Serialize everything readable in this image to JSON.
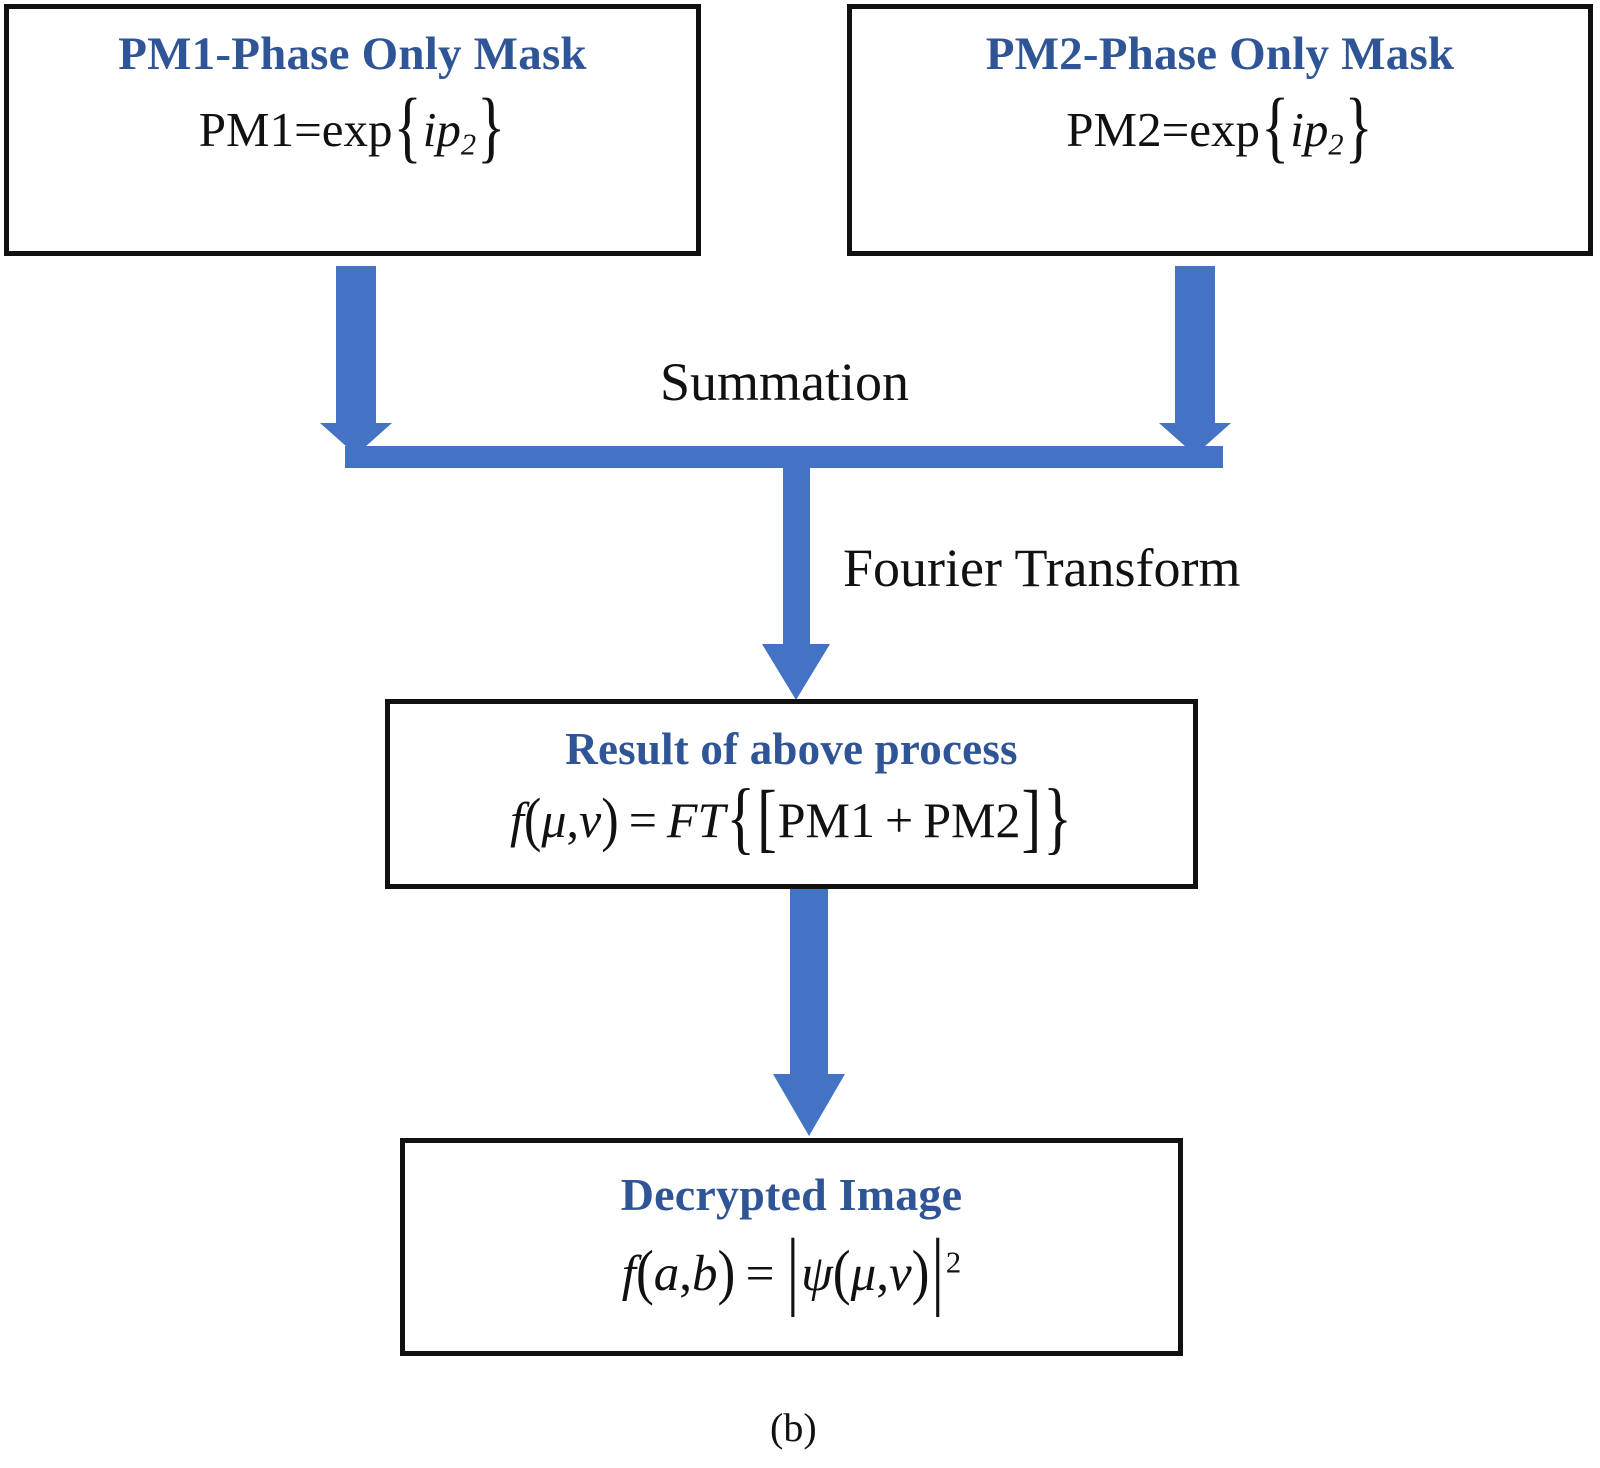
{
  "figure": {
    "caption": "(b)",
    "accent_blue": "#4472C4",
    "heading_blue": "#2F5597",
    "outline_black": "#111111",
    "background": "#ffffff"
  },
  "nodes": {
    "pm1": {
      "title": "PM1-Phase Only Mask",
      "formula_plain": "PM1=exp{ip2}",
      "formula_parts": {
        "lhs": "PM1",
        "equals": "=",
        "fn": "exp",
        "open_brace": "{",
        "i": "i",
        "p": "p",
        "subscript": "2",
        "close_brace": "}"
      }
    },
    "pm2": {
      "title": "PM2-Phase Only Mask",
      "formula_plain": "PM2=exp{ip2}",
      "formula_parts": {
        "lhs": "PM2",
        "equals": "=",
        "fn": "exp",
        "open_brace": "{",
        "i": "i",
        "p": "p",
        "subscript": "2",
        "close_brace": "}"
      }
    },
    "result": {
      "title": "Result of above process",
      "formula_plain": "f(μ,ν) = FT{[PM1 + PM2]}",
      "formula_parts": {
        "f": "f",
        "open_paren": "(",
        "mu": "μ",
        "comma": ",",
        "nu": "ν",
        "close_paren": ")",
        "equals": "=",
        "ft": "FT",
        "open_brace": "{",
        "open_bracket": "[",
        "pm1": "PM1",
        "plus": "+",
        "pm2": "PM2",
        "close_bracket": "]",
        "close_brace": "}"
      }
    },
    "decrypted": {
      "title": "Decrypted Image",
      "formula_plain": "f(a,b) = |ψ(μ,ν)|²",
      "formula_parts": {
        "f": "f",
        "open_paren": "(",
        "a": "a",
        "comma": ",",
        "b": "b",
        "close_paren": ")",
        "equals": "=",
        "bar_left": "|",
        "psi": "ψ",
        "open_paren2": "(",
        "mu": "μ",
        "comma2": ",",
        "nu": "ν",
        "close_paren2": ")",
        "bar_right": "|",
        "exponent": "2"
      }
    }
  },
  "edges": [
    {
      "label": "Summation",
      "from": "pm1+pm2",
      "to": "merge-bar"
    },
    {
      "label": "Fourier Transform",
      "from": "merge-bar",
      "to": "result"
    },
    {
      "label": "",
      "from": "result",
      "to": "decrypted"
    }
  ],
  "edge_labels": {
    "summation": "Summation",
    "fourier_transform": "Fourier Transform"
  }
}
